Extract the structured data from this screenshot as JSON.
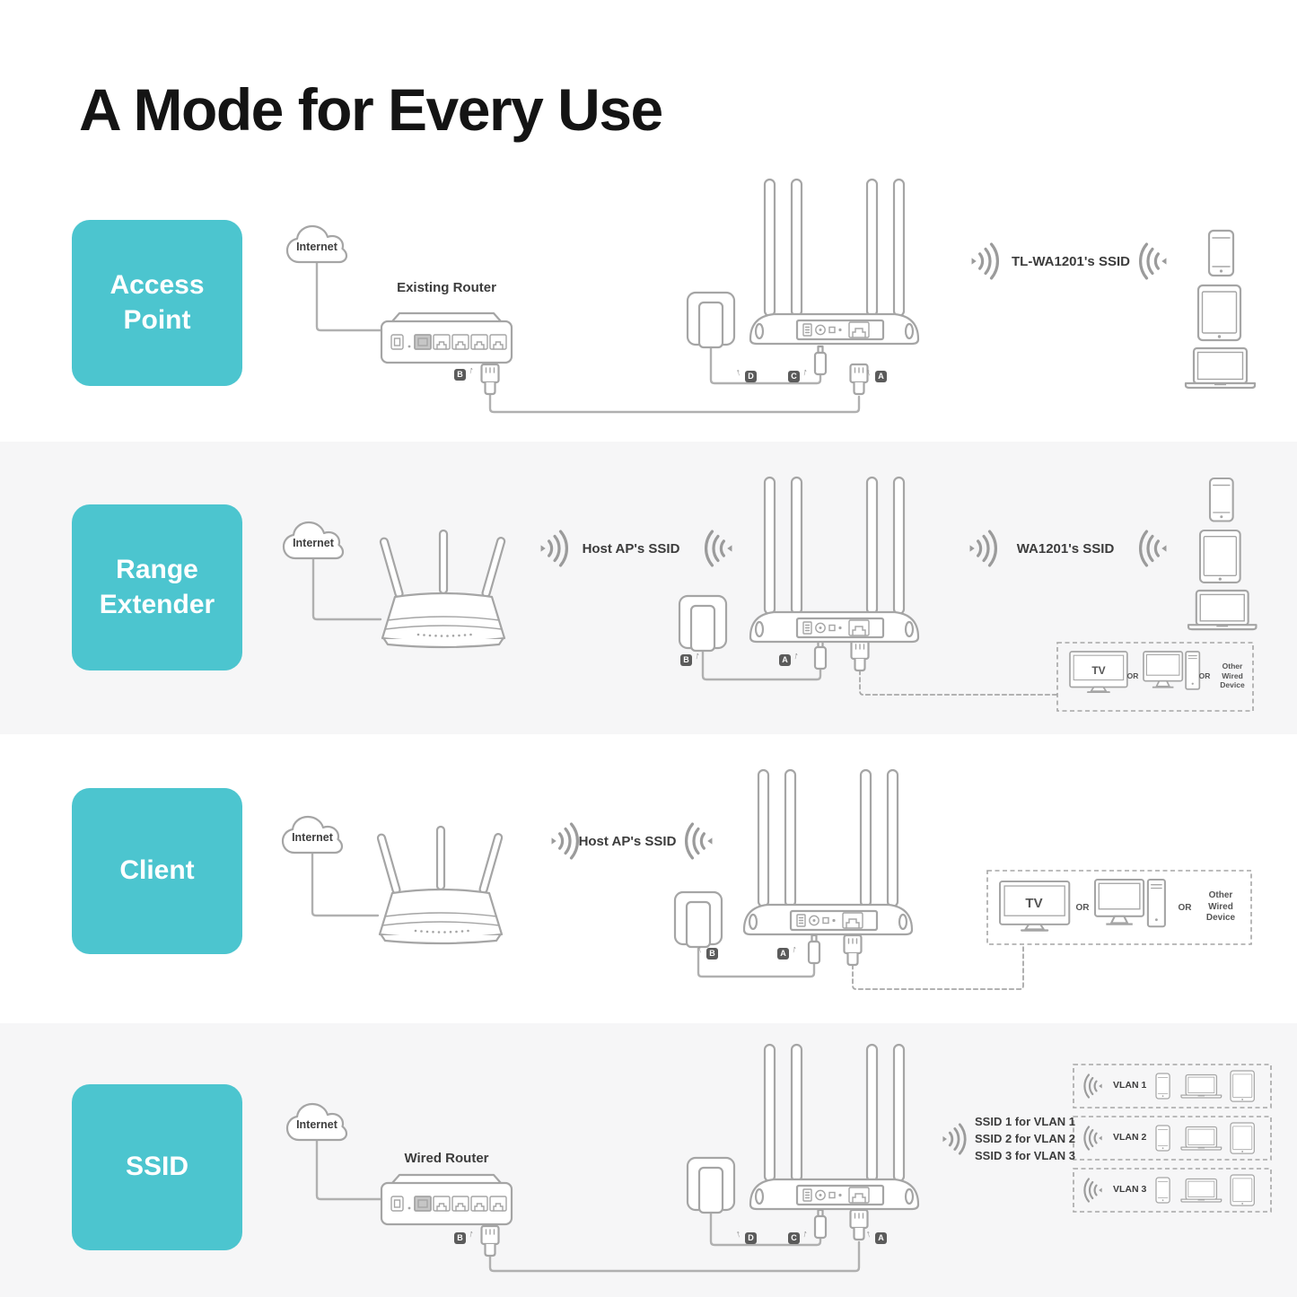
{
  "title": "A Mode for Every Use",
  "icons": {
    "up_arrow": "↑"
  },
  "colors": {
    "accent": "#4cc5cf",
    "band": "#f6f6f7"
  },
  "rows": [
    {
      "id": "access-point",
      "label": "Access Point",
      "internet": "Internet",
      "device_label": "Existing Router",
      "ssid": "TL-WA1201's SSID",
      "ports": {
        "a": "A",
        "b": "B",
        "c": "C",
        "d": "D"
      }
    },
    {
      "id": "range-extender",
      "label": "Range Extender",
      "internet": "Internet",
      "host_ssid": "Host AP's SSID",
      "ssid": "WA1201's SSID",
      "ports": {
        "a": "A",
        "b": "B"
      },
      "wired": {
        "tv": "TV",
        "or1": "OR",
        "or2": "OR",
        "other": "Other Wired Device"
      }
    },
    {
      "id": "client",
      "label": "Client",
      "internet": "Internet",
      "host_ssid": "Host AP's SSID",
      "ports": {
        "a": "A",
        "b": "B"
      },
      "wired": {
        "tv": "TV",
        "or1": "OR",
        "or2": "OR",
        "other": "Other Wired Device"
      }
    },
    {
      "id": "multi-ssid",
      "label": "SSID",
      "internet": "Internet",
      "device_label": "Wired Router",
      "ssid_list": [
        "SSID 1 for VLAN 1",
        "SSID 2 for VLAN 2",
        "SSID 3 for VLAN 3"
      ],
      "ports": {
        "a": "A",
        "b": "B",
        "c": "C",
        "d": "D"
      },
      "vlans": [
        "VLAN 1",
        "VLAN 2",
        "VLAN 3"
      ]
    }
  ]
}
